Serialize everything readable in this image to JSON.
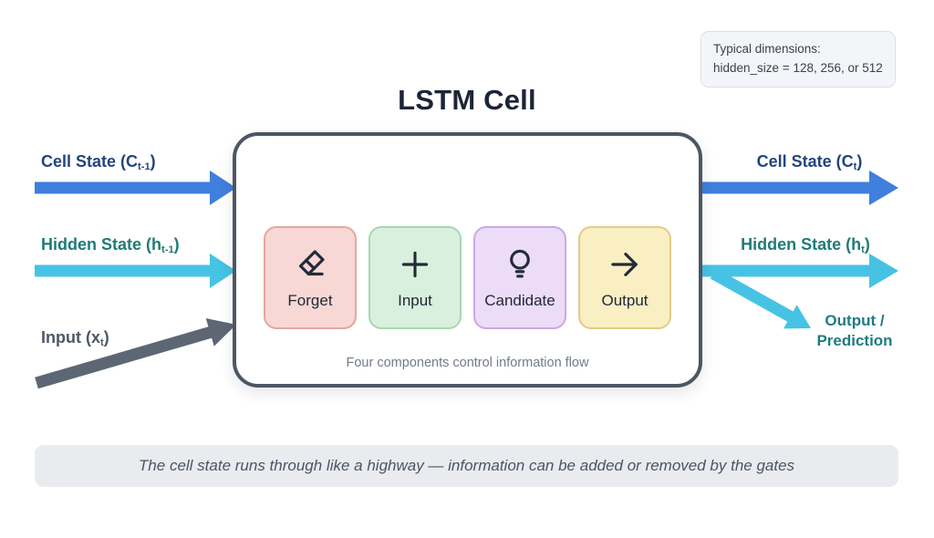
{
  "colors": {
    "blue": "#3f7fdd",
    "cyan": "#46c3e4",
    "gray": "#5d6773",
    "box_border": "#4d5663"
  },
  "info_box": {
    "line1": "Typical dimensions:",
    "line2": "hidden_size = 128, 256, or 512"
  },
  "title": "LSTM Cell",
  "cell": {
    "gates": [
      {
        "label": "Forget",
        "icon": "eraser-icon",
        "fill": "#f8d8d5",
        "border": "#e5a79f"
      },
      {
        "label": "Input",
        "icon": "plus-icon",
        "fill": "#daf0de",
        "border": "#a9d7b1"
      },
      {
        "label": "Candidate",
        "icon": "lightbulb-icon",
        "fill": "#ecdcf8",
        "border": "#c9a9e4"
      },
      {
        "label": "Output",
        "icon": "arrow-right-icon",
        "fill": "#faeec3",
        "border": "#e4cb86"
      }
    ],
    "caption": "Four components control information flow"
  },
  "inputs": {
    "cell_state_prev": {
      "pre": "Cell State (C",
      "sub": "t-1",
      "post": ")"
    },
    "hidden_state_prev": {
      "pre": "Hidden State (h",
      "sub": "t-1",
      "post": ")"
    },
    "input_x": {
      "pre": "Input (x",
      "sub": "t",
      "post": ")"
    }
  },
  "outputs": {
    "cell_state": {
      "pre": "Cell State (C",
      "sub": "t",
      "post": ")"
    },
    "hidden_state": {
      "pre": "Hidden State (h",
      "sub": "t",
      "post": ")"
    },
    "output_prediction": {
      "line1": "Output /",
      "line2": "Prediction"
    }
  },
  "banner": "The cell state runs through like a highway — information can be added or removed by the gates"
}
